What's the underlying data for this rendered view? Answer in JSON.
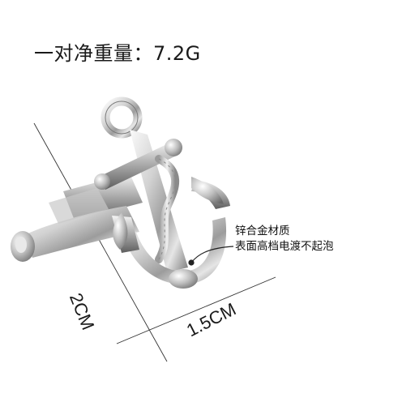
{
  "product": {
    "net_weight_text": "一对净重量：7.2G"
  },
  "dimensions": {
    "height_text": "2CM",
    "width_text": "1.5CM"
  },
  "material_note": {
    "line1": "锌合金材质",
    "line2": "表面高档电渡不起泡"
  },
  "colors": {
    "text": "#1a1a1a",
    "metal_light": "#f2f2f2",
    "metal_mid": "#b9b9b9",
    "metal_dark": "#6e6e6e",
    "annotation_line": "#222222"
  }
}
